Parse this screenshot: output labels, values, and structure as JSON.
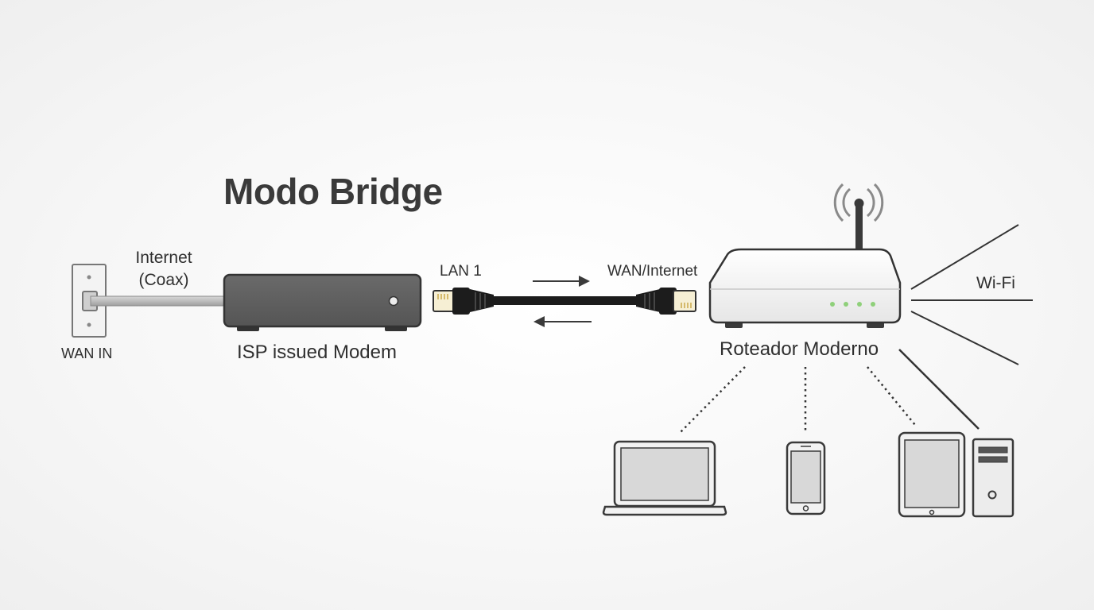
{
  "diagram": {
    "title": "Modo Bridge",
    "internet_label": "Internet\n(Coax)",
    "wan_in_label": "WAN IN",
    "modem_label": "ISP issued Modem",
    "lan1_label": "LAN 1",
    "wan_internet_label": "WAN/Internet",
    "router_label": "Roteador Moderno",
    "wifi_label": "Wi-Fi",
    "colors": {
      "text": "#2f2f2f",
      "modem_body": "#5e5e5e",
      "router_body": "#f4f4f4",
      "led": "#8fd07a",
      "cable": "#1c1c1c",
      "device_outline": "#3a3a3a",
      "screen": "#d8d8d8"
    },
    "icons": [
      "wall-outlet-icon",
      "modem-icon",
      "ethernet-plug-icon",
      "router-icon",
      "antenna-icon",
      "laptop-icon",
      "smartphone-icon",
      "tablet-icon",
      "desktop-tower-icon",
      "arrow-right-icon",
      "arrow-left-icon"
    ]
  }
}
